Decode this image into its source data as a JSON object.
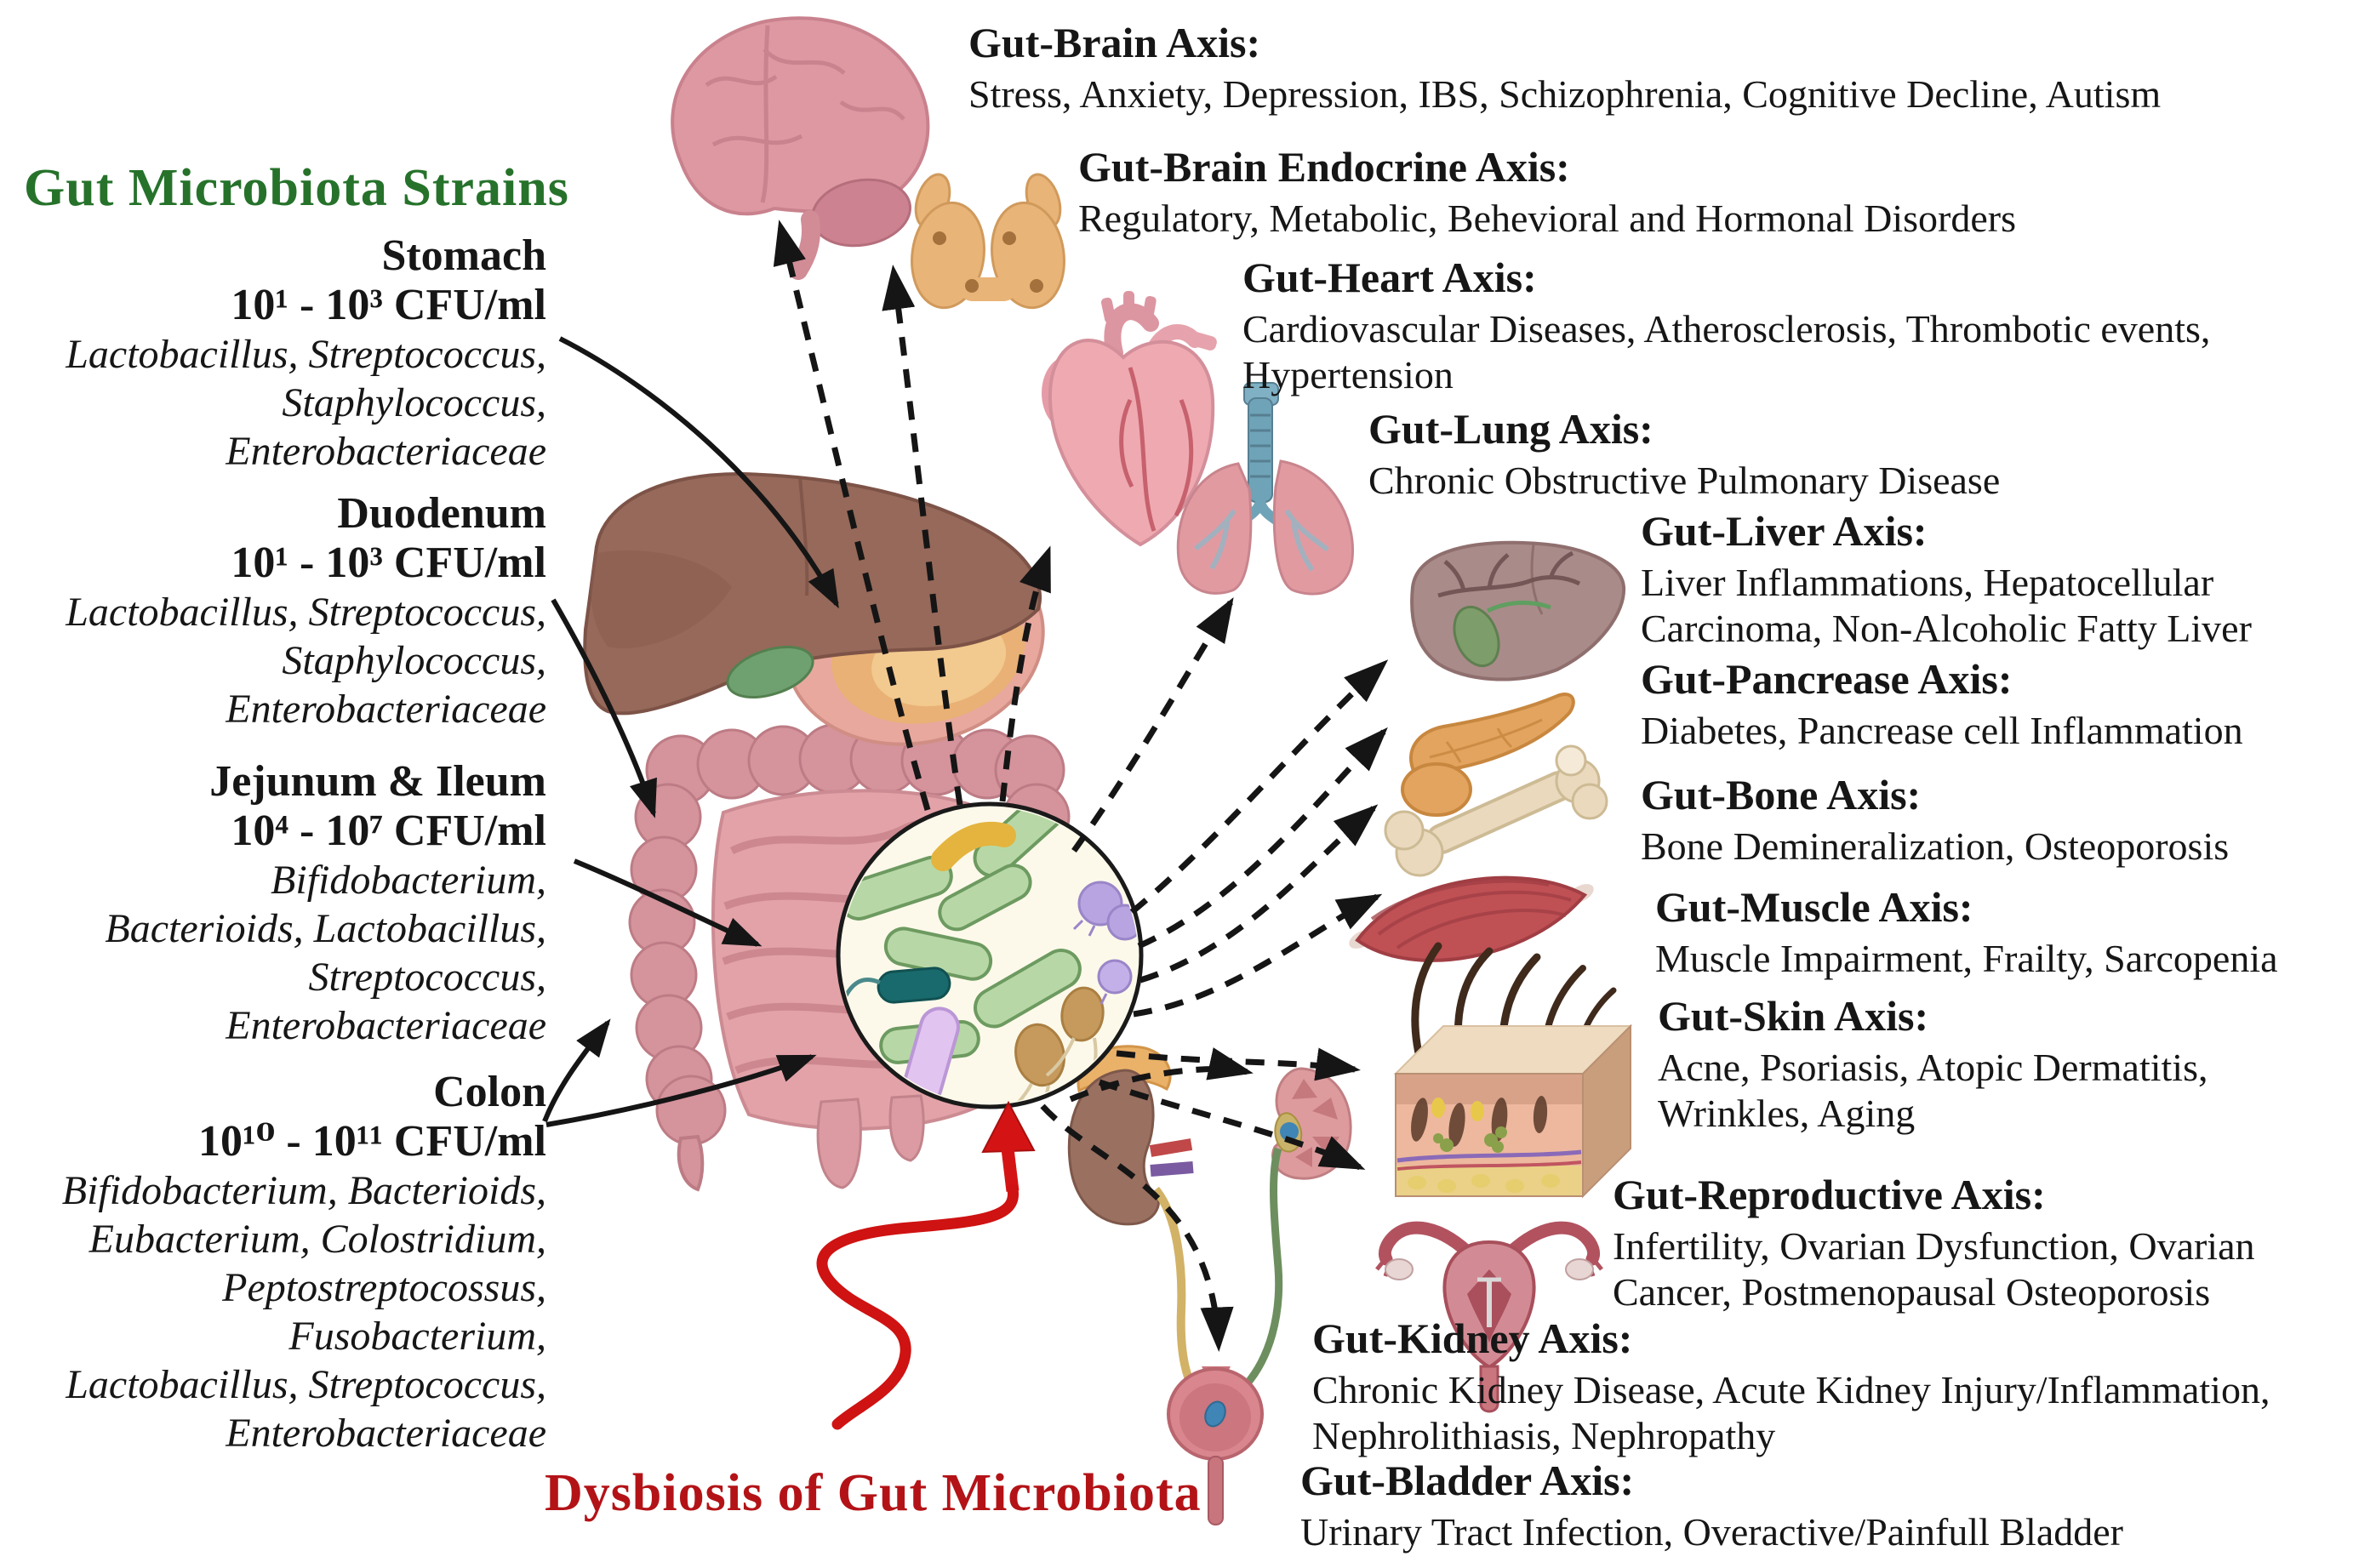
{
  "colors": {
    "strains_title_green": "#26722b",
    "dysbiosis_red": "#b31317",
    "text_black": "#161616"
  },
  "left_panel": {
    "title": "Gut Microbiota Strains",
    "strains": [
      {
        "name": "Stomach",
        "cfu": "10¹ - 10³ CFU/ml",
        "species_lines": [
          "Lactobacillus, Streptococcus,",
          "Staphylococcus,",
          "Enterobacteriaceae"
        ]
      },
      {
        "name": "Duodenum",
        "cfu": "10¹ - 10³ CFU/ml",
        "species_lines": [
          "Lactobacillus, Streptococcus,",
          "Staphylococcus,",
          "Enterobacteriaceae"
        ]
      },
      {
        "name": "Jejunum & Ileum",
        "cfu": "10⁴ - 10⁷ CFU/ml",
        "species_lines": [
          "Bifidobacterium,",
          "Bacterioids, Lactobacillus,",
          "Streptococcus,",
          "Enterobacteriaceae"
        ]
      },
      {
        "name": "Colon",
        "cfu": "10¹⁰ - 10¹¹ CFU/ml",
        "species_lines": [
          "Bifidobacterium, Bacterioids,",
          "Eubacterium, Colostridium,",
          "Peptostreptocossus,",
          "Fusobacterium,",
          "Lactobacillus, Streptococcus,",
          "Enterobacteriaceae"
        ]
      }
    ]
  },
  "dysbiosis_label": "Dysbiosis of Gut Microbiota",
  "axes": [
    {
      "title": "Gut-Brain Axis:",
      "desc_lines": [
        "Stress, Anxiety, Depression, IBS, Schizophrenia, Cognitive Decline, Autism"
      ]
    },
    {
      "title": "Gut-Brain Endocrine Axis:",
      "desc_lines": [
        "Regulatory, Metabolic, Behevioral and Hormonal Disorders"
      ]
    },
    {
      "title": "Gut-Heart Axis:",
      "desc_lines": [
        "Cardiovascular Diseases, Atherosclerosis, Thrombotic events,",
        "Hypertension"
      ]
    },
    {
      "title": "Gut-Lung Axis:",
      "desc_lines": [
        "Chronic Obstructive Pulmonary Disease"
      ]
    },
    {
      "title": "Gut-Liver Axis:",
      "desc_lines": [
        "Liver Inflammations, Hepatocellular",
        "Carcinoma, Non-Alcoholic Fatty Liver"
      ]
    },
    {
      "title": "Gut-Pancrease Axis:",
      "desc_lines": [
        "Diabetes, Pancrease cell Inflammation"
      ]
    },
    {
      "title": "Gut-Bone Axis:",
      "desc_lines": [
        "Bone Demineralization, Osteoporosis"
      ]
    },
    {
      "title": "Gut-Muscle Axis:",
      "desc_lines": [
        "Muscle Impairment, Frailty, Sarcopenia"
      ]
    },
    {
      "title": "Gut-Skin Axis:",
      "desc_lines": [
        "Acne, Psoriasis, Atopic Dermatitis,",
        "Wrinkles, Aging"
      ]
    },
    {
      "title": "Gut-Reproductive Axis:",
      "desc_lines": [
        "Infertility, Ovarian Dysfunction, Ovarian",
        "Cancer, Postmenopausal Osteoporosis"
      ]
    },
    {
      "title": "Gut-Kidney Axis:",
      "desc_lines": [
        "Chronic Kidney Disease, Acute Kidney Injury/Inflammation,",
        "Nephrolithiasis, Nephropathy"
      ]
    },
    {
      "title": "Gut-Bladder Axis:",
      "desc_lines": [
        "Urinary Tract Infection, Overactive/Painfull Bladder"
      ]
    }
  ],
  "icons": [
    "brain-icon",
    "thyroid-icon",
    "heart-icon",
    "lungs-icon",
    "digestive-tract-icon",
    "stomach-icon",
    "liver-icon",
    "gallbladder-icon",
    "pancreas-icon",
    "bone-icon",
    "muscle-icon",
    "skin-icon",
    "reproductive-system-icon",
    "kidney-icon",
    "kidney-cross-section-icon",
    "bladder-icon",
    "gut-microbiota-magnifier-icon",
    "bacteria-icons",
    "dashed-axis-arrows",
    "label-pointer-arrows",
    "red-dysbiosis-arrow"
  ]
}
